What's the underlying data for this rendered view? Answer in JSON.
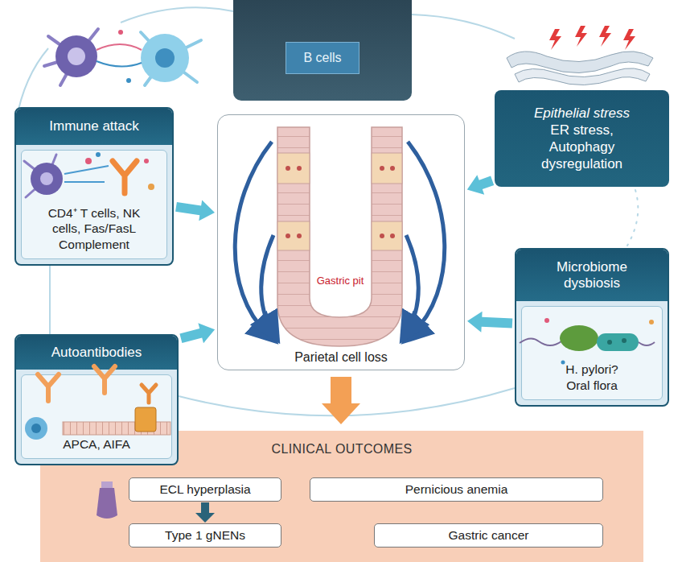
{
  "diagram": {
    "nodes": [
      {
        "text": [
          "B cells"
        ]
      },
      {
        "text": [
          "Immune attack",
          "CD4⁺ T cells, NK cells, Fas/FasL Complement"
        ]
      },
      {
        "text": [
          "Epithelial stress",
          "ER stress, Autophagy dysregulation"
        ]
      },
      {
        "text": [
          "Parietal cell loss"
        ]
      },
      {
        "text": [
          "Microbiome dysbiosis",
          "H. pylori? Oral flora"
        ]
      },
      {
        "text": [
          "Autoantibodies",
          "APCA, AIFA"
        ]
      },
      {
        "text": [
          "CLINICAL OUTCOMES"
        ]
      },
      {
        "text": [
          "ECL hyperplasia"
        ],
        "in": 6
      },
      {
        "text": [
          "Pernicious anemia"
        ],
        "in": 6
      },
      {
        "text": [
          "Type 1 gNENs"
        ],
        "in": 6
      },
      {
        "text": [
          "Gastric cancer"
        ],
        "in": 6
      }
    ],
    "edges": [
      {
        "from": 1,
        "to": 3,
        "arrow": "to"
      },
      {
        "from": 2,
        "to": 3,
        "arrow": "to"
      },
      {
        "from": 4,
        "to": 3,
        "arrow": "to"
      },
      {
        "from": 5,
        "to": 3,
        "arrow": "to"
      },
      {
        "from": 3,
        "to": 6,
        "arrow": "to"
      },
      {
        "from": 7,
        "to": 9,
        "arrow": "to"
      }
    ],
    "labels": [
      "Gastric pit"
    ]
  }
}
